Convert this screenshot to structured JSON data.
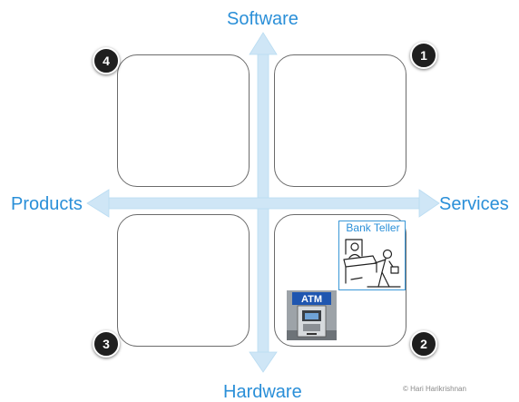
{
  "axes": {
    "top": "Software",
    "bottom": "Hardware",
    "left": "Products",
    "right": "Services"
  },
  "quadrants": [
    {
      "id": "top-right",
      "badge": "1"
    },
    {
      "id": "bottom-right",
      "badge": "2"
    },
    {
      "id": "bottom-left",
      "badge": "3"
    },
    {
      "id": "top-left",
      "badge": "4"
    }
  ],
  "examples": {
    "bank_teller_label": "Bank Teller",
    "atm_label": "ATM"
  },
  "copyright": "© Hari Harikrishnan",
  "colors": {
    "axis_arrow": "#cfe6f6",
    "axis_text": "#2a8fd8",
    "badge_fill": "#1f1f1f",
    "box_border": "#6b6b6b"
  }
}
